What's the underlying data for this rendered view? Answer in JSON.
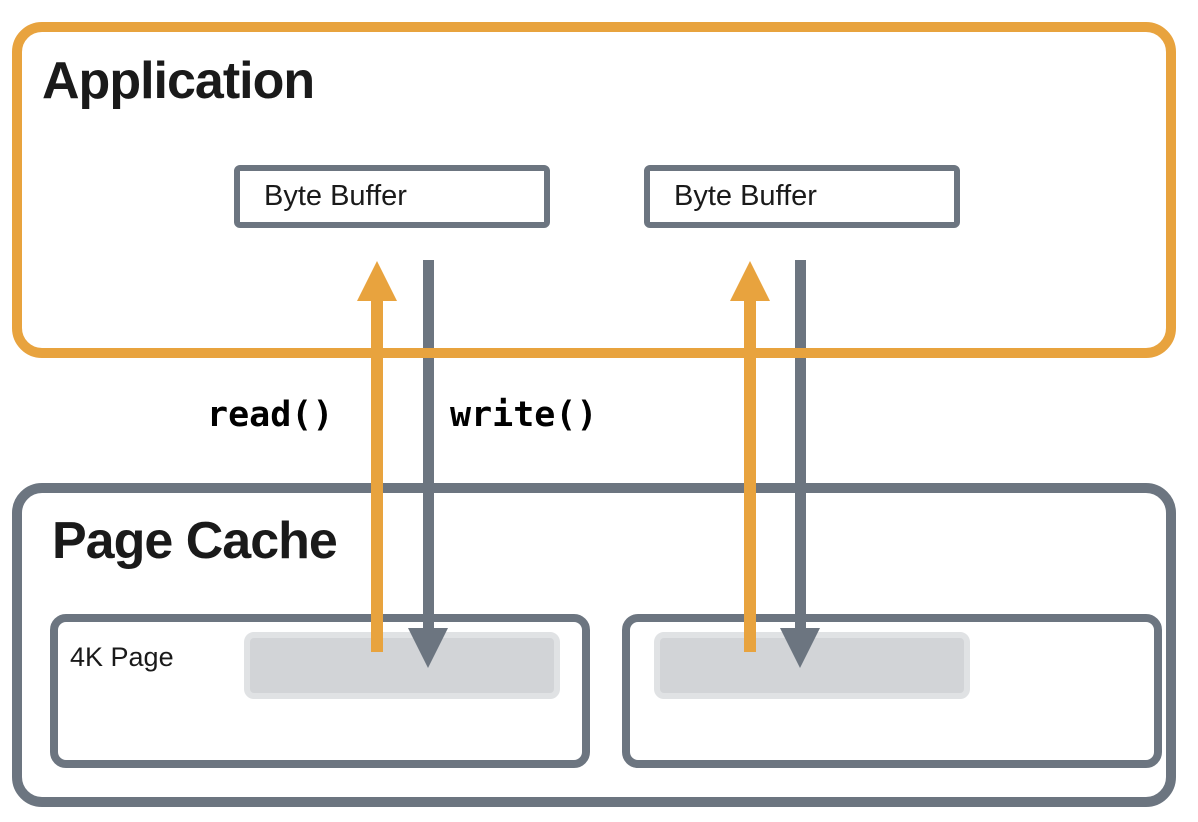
{
  "diagram": {
    "application": {
      "title": "Application",
      "byte_buffers": [
        {
          "label": "Byte Buffer"
        },
        {
          "label": "Byte Buffer"
        }
      ]
    },
    "syscalls": {
      "read_label": "read()",
      "write_label": "write()"
    },
    "page_cache": {
      "title": "Page Cache",
      "pages": [
        {
          "label": "4K Page",
          "has_fill": true
        },
        {
          "label": "",
          "has_fill": true
        }
      ]
    },
    "colors": {
      "orange": "#E8A33E",
      "slate": "#6C7580",
      "ink": "#1A1A1A",
      "page_fill": "#D2D4D7",
      "page_fill_edge": "#E0E2E4"
    }
  }
}
